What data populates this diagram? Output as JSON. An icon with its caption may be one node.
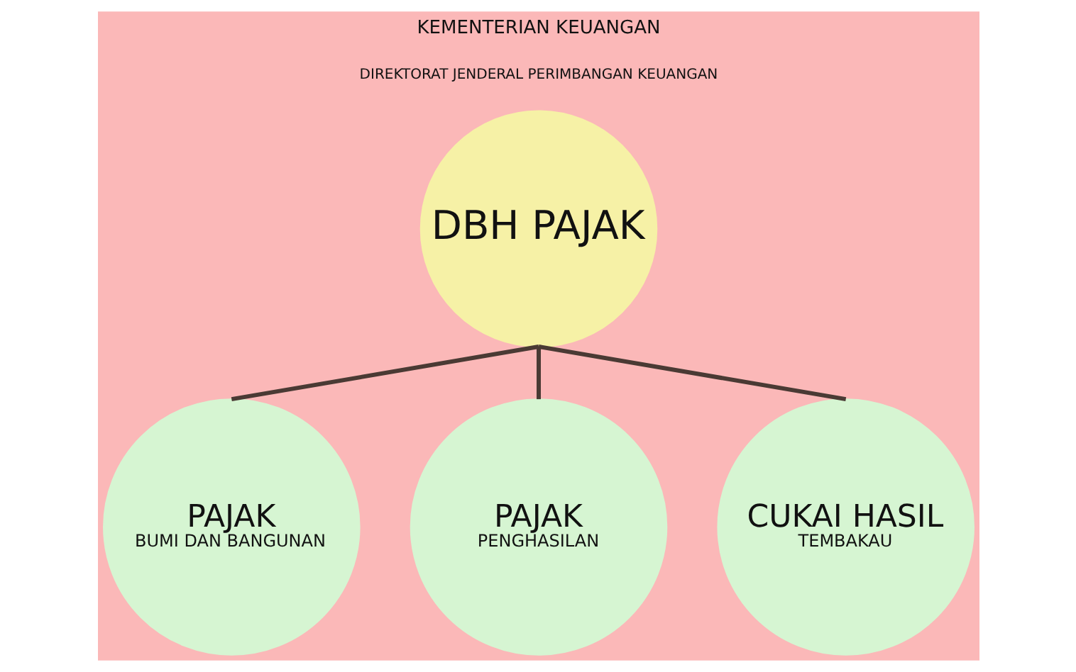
{
  "diagram": {
    "nodes": [
      {
        "text": [
          "DBH PAJAK"
        ]
      },
      {
        "text": [
          "PAJAK",
          "BUMI DAN BANGUNAN"
        ]
      },
      {
        "text": [
          "PAJAK",
          "PENGHASILAN"
        ]
      },
      {
        "text": [
          "CUKAI HASIL",
          "TEMBAKAU"
        ]
      }
    ],
    "edges": [
      {
        "from": 0,
        "to": 1,
        "arrow": "none"
      },
      {
        "from": 0,
        "to": 2,
        "arrow": "none"
      },
      {
        "from": 0,
        "to": 3,
        "arrow": "none"
      }
    ],
    "labels": [
      "KEMENTERIAN KEUANGAN",
      "DIREKTORAT JENDERAL PERIMBANGAN KEUANGAN"
    ]
  }
}
